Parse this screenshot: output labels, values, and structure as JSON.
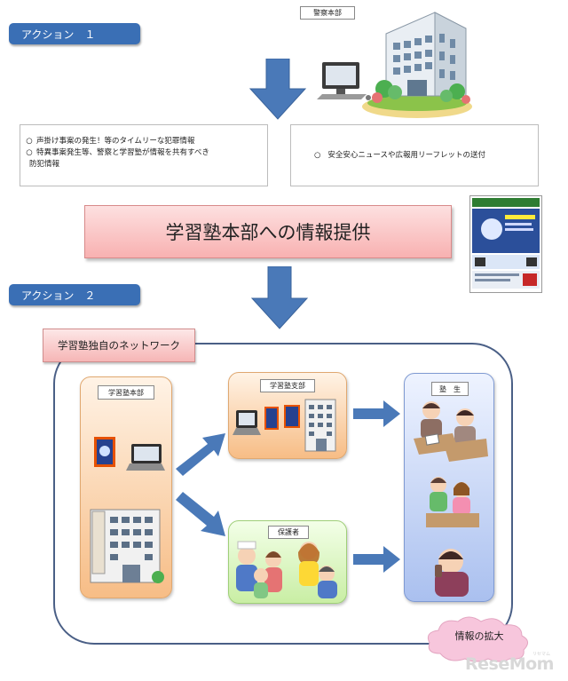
{
  "action1": {
    "label": "アクション　１"
  },
  "police": {
    "label": "警察本部"
  },
  "info_left": {
    "items": [
      {
        "bullet": "○",
        "text": "声掛け事案の発生！等のタイムリーな犯罪情報"
      },
      {
        "bullet": "○",
        "text": "特異事案発生等、警察と学習塾が情報を共有すべき"
      },
      {
        "bullet": "",
        "text": "防犯情報"
      }
    ]
  },
  "info_right": {
    "bullet": "○",
    "text": "安全安心ニュースや広報用リーフレットの送付"
  },
  "banner": {
    "text": "学習塾本部への情報提供"
  },
  "action2": {
    "label": "アクション　２"
  },
  "network": {
    "label": "学習塾独自のネットワーク"
  },
  "hq": {
    "label": "学習塾本部"
  },
  "branch": {
    "label": "学習塾支部"
  },
  "guardians": {
    "label": "保護者"
  },
  "students": {
    "label": "塾　生"
  },
  "cloud": {
    "text": "情報の拡大"
  },
  "watermark": {
    "text": "ReseMom",
    "ruby": "リセマム"
  },
  "colors": {
    "action": "#3a6fb5",
    "arrow": "#4a79b8",
    "banner": "#f8b1b1",
    "orange": "#f7bd86",
    "green": "#c9eea4",
    "blue": "#aac0ef",
    "cloud": "#f6c2d8"
  }
}
